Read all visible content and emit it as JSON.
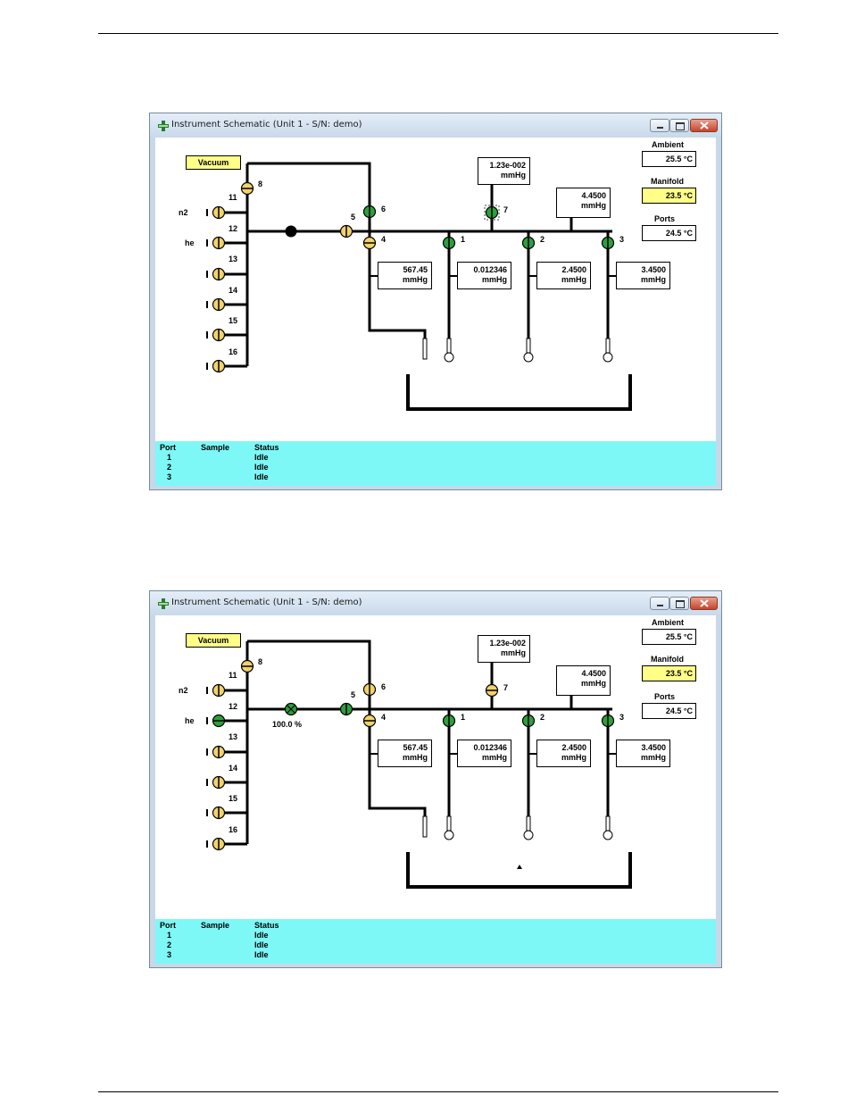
{
  "windows": [
    {
      "title": "Instrument Schematic (Unit 1 - S/N: demo)",
      "vacuum_label": "Vacuum",
      "temperatures": {
        "ambient_label": "Ambient",
        "ambient_value": "25.5 °C",
        "manifold_label": "Manifold",
        "manifold_value": "23.5 °C",
        "ports_label": "Ports",
        "ports_value": "24.5 °C"
      },
      "gas_labels": {
        "n2": "n2",
        "he": "he"
      },
      "valve_labels": {
        "v1": "1",
        "v2": "2",
        "v3": "3",
        "v4": "4",
        "v5": "5",
        "v6": "6",
        "v7": "7",
        "v8": "8",
        "v11": "11",
        "v12": "12",
        "v13": "13",
        "v14": "14",
        "v15": "15",
        "v16": "16"
      },
      "valve_states": {
        "v1": "open",
        "v2": "open",
        "v3": "open",
        "v4": "closed",
        "v5": "closed",
        "v6": "open",
        "v7": "open",
        "v8": "closed",
        "v11": "closed",
        "v12": "closed",
        "v13": "closed",
        "v14": "closed",
        "v15": "closed",
        "v16": "closed"
      },
      "servo_value": "",
      "sensors": {
        "top": {
          "value": "1.23e-002",
          "unit": "mmHg"
        },
        "manifold": {
          "value": "4.4500",
          "unit": "mmHg"
        },
        "s4": {
          "value": "567.45",
          "unit": "mmHg"
        },
        "s1": {
          "value": "0.012346",
          "unit": "mmHg"
        },
        "s2": {
          "value": "2.4500",
          "unit": "mmHg"
        },
        "s3": {
          "value": "3.4500",
          "unit": "mmHg"
        }
      },
      "status": {
        "headers": {
          "port": "Port",
          "sample": "Sample",
          "status": "Status"
        },
        "rows": [
          {
            "port": "1",
            "sample": "",
            "status": "Idle"
          },
          {
            "port": "2",
            "sample": "",
            "status": "Idle"
          },
          {
            "port": "3",
            "sample": "",
            "status": "Idle"
          }
        ]
      }
    },
    {
      "title": "Instrument Schematic (Unit 1 - S/N: demo)",
      "vacuum_label": "Vacuum",
      "temperatures": {
        "ambient_label": "Ambient",
        "ambient_value": "25.5 °C",
        "manifold_label": "Manifold",
        "manifold_value": "23.5 °C",
        "ports_label": "Ports",
        "ports_value": "24.5 °C"
      },
      "gas_labels": {
        "n2": "n2",
        "he": "he"
      },
      "valve_labels": {
        "v1": "1",
        "v2": "2",
        "v3": "3",
        "v4": "4",
        "v5": "5",
        "v6": "6",
        "v7": "7",
        "v8": "8",
        "v11": "11",
        "v12": "12",
        "v13": "13",
        "v14": "14",
        "v15": "15",
        "v16": "16"
      },
      "valve_states": {
        "v1": "open",
        "v2": "open",
        "v3": "open",
        "v4": "closed",
        "v5": "open",
        "v6": "closed",
        "v7": "closed",
        "v8": "closed",
        "v11": "closed",
        "v12": "open",
        "v13": "closed",
        "v14": "closed",
        "v15": "closed",
        "v16": "closed"
      },
      "servo_value": "100.0 %",
      "sensors": {
        "top": {
          "value": "1.23e-002",
          "unit": "mmHg"
        },
        "manifold": {
          "value": "4.4500",
          "unit": "mmHg"
        },
        "s4": {
          "value": "567.45",
          "unit": "mmHg"
        },
        "s1": {
          "value": "0.012346",
          "unit": "mmHg"
        },
        "s2": {
          "value": "2.4500",
          "unit": "mmHg"
        },
        "s3": {
          "value": "3.4500",
          "unit": "mmHg"
        }
      },
      "status": {
        "headers": {
          "port": "Port",
          "sample": "Sample",
          "status": "Status"
        },
        "rows": [
          {
            "port": "1",
            "sample": "",
            "status": "Idle"
          },
          {
            "port": "2",
            "sample": "",
            "status": "Idle"
          },
          {
            "port": "3",
            "sample": "",
            "status": "Idle"
          }
        ]
      }
    }
  ],
  "colors": {
    "open_valve": "#2e9e3e",
    "closed_valve": "#f2d36b",
    "status_panel": "#7ef7f7",
    "highlight": "#ffff88"
  }
}
